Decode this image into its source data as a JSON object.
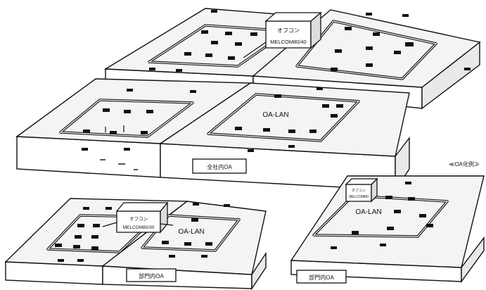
{
  "labels": {
    "computer_top": "オフコン",
    "computer_top_model": "MELCOM80/40",
    "lan_upper": "OA-LAN",
    "plate_upper": "全社内OA",
    "legend_right": "≪OA化例≫",
    "computer_left": "オフコン",
    "computer_left_model": "MELCOM80/30",
    "lan_left": "OA-LAN",
    "plate_left": "部門内OA",
    "computer_right": "オフコン",
    "computer_right_model": "MELCOM80",
    "lan_right": "OA-LAN",
    "plate_right": "部門内OA"
  },
  "colors": {
    "ink": "#111111",
    "paper": "#ffffff"
  }
}
